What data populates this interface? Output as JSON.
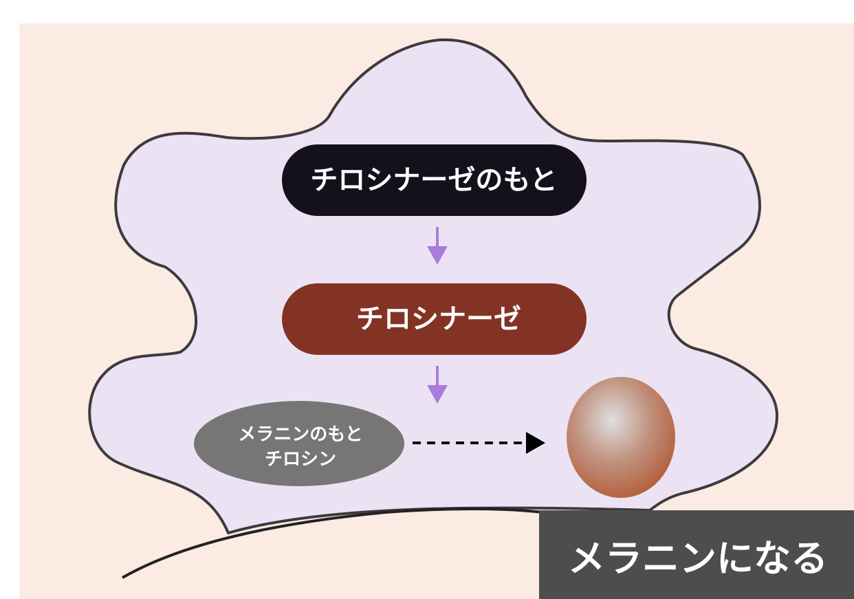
{
  "colors": {
    "page_background": "#ffffff",
    "canvas_background": "#fbebe2",
    "cell_fill": "#ebe3f4",
    "cell_outline": "#3d3a3d",
    "pill_dark": "#14111c",
    "pill_brown": "#833323",
    "arrow_purple": "#a97ddb",
    "ellipse_gray": "#767676",
    "caption_box": "#4d4d4d",
    "white_text": "#ffffff"
  },
  "diagram": {
    "step1": "チロシナーゼのもと",
    "step2": "チロシナーゼ",
    "source_line1": "メラニンのもと",
    "source_line2": "チロシン",
    "result_caption": "メラニンになる"
  },
  "icons": [
    "arrow-down-icon",
    "arrow-down-icon",
    "dashed-arrow-right-icon",
    "melanin-granule-icon"
  ]
}
